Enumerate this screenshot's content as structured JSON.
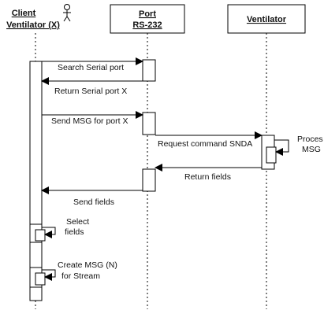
{
  "participants": {
    "client": {
      "line1": "Client",
      "line2": "Ventilator (X)",
      "icon": "actor-icon"
    },
    "port": {
      "line1": "Port",
      "line2": "RS-232"
    },
    "ventilator": {
      "name": "Ventilator"
    }
  },
  "messages": {
    "search": "Search Serial port",
    "return_port": "Return Serial port X",
    "send_msg": "Send MSG for port X",
    "request": "Request command SNDA",
    "return_fields": "Return fields",
    "send_fields": "Send fields"
  },
  "self_calls": {
    "proces_1": "Proces",
    "proces_2": "MSG",
    "select_1": "Select",
    "select_2": "fields",
    "create_1": "Create MSG (N)",
    "create_2": "for Stream"
  }
}
